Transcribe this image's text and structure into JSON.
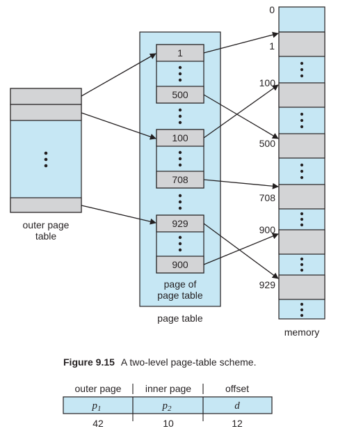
{
  "colors": {
    "light_blue": "#c6e7f4",
    "gray": "#d3d4d6",
    "stroke": "#231f20"
  },
  "outer_page_table": {
    "label_line1": "outer page",
    "label_line2": "table"
  },
  "page_table": {
    "entries": [
      "1",
      "500",
      "100",
      "708",
      "929",
      "900"
    ],
    "inner_label_line1": "page of",
    "inner_label_line2": "page table",
    "label": "page table"
  },
  "memory": {
    "labels": [
      "0",
      "1",
      "100",
      "500",
      "708",
      "900",
      "929"
    ],
    "label": "memory"
  },
  "caption": {
    "figure": "Figure 9.15",
    "text": "A two-level page-table scheme."
  },
  "address": {
    "headers": [
      "outer page",
      "inner page",
      "offset"
    ],
    "fields": [
      "p",
      "p",
      "d"
    ],
    "subscripts": [
      "1",
      "2",
      ""
    ],
    "sizes": [
      "42",
      "10",
      "12"
    ]
  }
}
